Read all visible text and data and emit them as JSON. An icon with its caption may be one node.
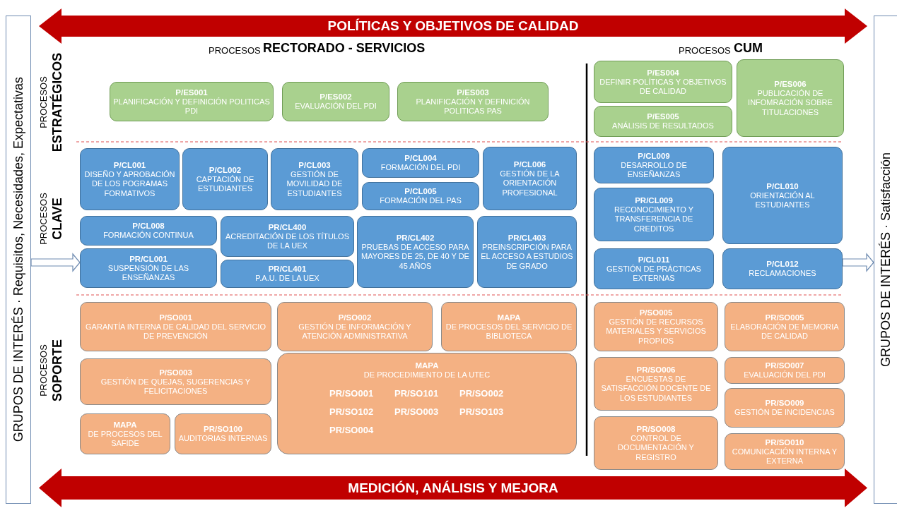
{
  "diagram": {
    "nodes": [
      {
        "text": [
          "POLÍTICAS Y OBJETIVOS DE CALIDAD"
        ]
      },
      {
        "text": [
          "GRUPOS DE INTERÉS · Requisitos, Necesidades, Expectativas"
        ]
      },
      {
        "text": [
          "GRUPOS DE INTERÉS · Satisfacción"
        ]
      },
      {
        "text": [
          "P/ES001",
          "PLANIFICACIÓN Y DEFINICIÓN POLITICAS PDI"
        ]
      },
      {
        "text": [
          "P/ES002",
          "EVALUACIÓN DEL PDI"
        ]
      },
      {
        "text": [
          "P/ES003",
          "PLANIFICACIÓN Y DEFINICIÓN POLITICAS PAS"
        ]
      },
      {
        "text": [
          "P/ES004",
          "DEFINIR POLÍTICAS Y OBJETIVOS DE CALIDAD"
        ]
      },
      {
        "text": [
          "P/ES006",
          "PUBLICACIÓN DE INFOMRACIÓN SOBRE TITULACIONES"
        ]
      },
      {
        "text": [
          "P/ES005",
          "ANÁLISIS DE RESULTADOS"
        ]
      },
      {
        "text": [
          "P/CL001",
          "DISEÑO Y APROBACIÓN DE LOS POGRAMAS FORMATIVOS"
        ]
      },
      {
        "text": [
          "P/CL002",
          "CAPTACIÓN DE ESTUDIANTES"
        ]
      },
      {
        "text": [
          "P/CL003",
          "GESTIÓN DE MOVILIDAD DE ESTUDIANTES"
        ]
      },
      {
        "text": [
          "P/CL004",
          "FORMACIÓN DEL PDI"
        ]
      },
      {
        "text": [
          "P/CL006",
          "GESTIÓN DE LA ORIENTACIÓN PROFESIONAL"
        ]
      },
      {
        "text": [
          "P/CL009",
          "DESARROLLO DE ENSEÑANZAS"
        ]
      },
      {
        "text": [
          "P/CL010",
          "ORIENTACIÓN AL ESTUDIANTES"
        ]
      },
      {
        "text": [
          "P/CL005",
          "FORMACIÓN DEL PAS"
        ]
      },
      {
        "text": [
          "P/CL008",
          "FORMACIÓN CONTINUA"
        ]
      },
      {
        "text": [
          "PR/CL400",
          "ACREDITACIÓN DE LOS TÍTULOS DE LA UEX"
        ]
      },
      {
        "text": [
          "PR/CL402",
          "PRUEBAS DE ACCESO PARA MAYORES DE 25, DE 40 Y DE 45 AÑOS"
        ]
      },
      {
        "text": [
          "PR/CL403",
          "PREINSCRIPCIÓN PARA EL ACCESO A ESTUDIOS DE GRADO"
        ]
      },
      {
        "text": [
          "PR/CL009",
          "RECONOCIMIENTO Y TRANSFERENCIA DE CREDITOS"
        ]
      },
      {
        "text": [
          "PR/CL001",
          "SUSPENSIÓN DE LAS ENSEÑANZAS"
        ]
      },
      {
        "text": [
          "PR/CL401",
          "P.A.U. DE LA UEX"
        ]
      },
      {
        "text": [
          "P/CL011",
          "GESTIÓN DE PRÁCTICAS EXTERNAS"
        ]
      },
      {
        "text": [
          "P/CL012",
          "RECLAMACIONES"
        ]
      },
      {
        "text": [
          "P/SO001",
          "GARANTÍA INTERNA DE CALIDAD DEL SERVICIO DE PREVENCIÓN"
        ]
      },
      {
        "text": [
          "P/SO002",
          "GESTIÓN DE INFORMACIÓN Y ATENCIÓN ADMINISTRATIVA"
        ]
      },
      {
        "text": [
          "MAPA",
          "DE PROCESOS DEL SERVICIO DE BIBLIOTECA"
        ]
      },
      {
        "text": [
          "P/SO005",
          "GESTIÓN DE RECURSOS MATERIALES Y SERVICIOS PROPIOS"
        ]
      },
      {
        "text": [
          "PR/SO005",
          "ELABORACIÓN DE MEMORIA DE CALIDAD"
        ]
      },
      {
        "text": [
          "P/SO003",
          "GESTIÓN DE QUEJAS, SUGERENCIAS Y FELICITACIONES"
        ]
      },
      {
        "text": [
          "MAPA",
          "DE PROCEDIMIENTO DE LA UTEC",
          "PR/SO001",
          "PR/SO101",
          "PR/SO002",
          "PR/SO102",
          "PR/SO003",
          "PR/SO103",
          "PR/SO004"
        ]
      },
      {
        "text": [
          "PR/SO006",
          "ENCUESTAS DE SATISFACCIÓN DOCENTE DE LOS ESTUDIANTES"
        ]
      },
      {
        "text": [
          "PR/SO007",
          "EVALUACIÓN DEL PDI"
        ]
      },
      {
        "text": [
          "PR/SO009",
          "GESTIÓN DE INCIDENCIAS"
        ]
      },
      {
        "text": [
          "MAPA",
          "DE PROCESOS DEL SAFIDE"
        ]
      },
      {
        "text": [
          "PR/SO100",
          "AUDITORIAS INTERNAS"
        ]
      },
      {
        "text": [
          "PR/SO008",
          "CONTROL DE DOCUMENTACIÓN Y REGISTRO"
        ]
      },
      {
        "text": [
          "PR/SO010",
          "COMUNICACIÓN INTERNA Y EXTERNA"
        ]
      },
      {
        "text": [
          "MEDICIÓN, ANÁLISIS Y MEJORA"
        ]
      }
    ],
    "edges": [
      {
        "from": 1,
        "to": 22,
        "arrow": "to"
      },
      {
        "from": 25,
        "to": 2,
        "arrow": "to"
      }
    ],
    "labels": [
      "PROCESOS",
      "RECTORADO - SERVICIOS",
      "PROCESOS",
      "CUM",
      "PROCESOS",
      "ESTRATÉGICOS",
      "PROCESOS",
      "CLAVE",
      "PROCESOS",
      "SOPORTE"
    ]
  }
}
